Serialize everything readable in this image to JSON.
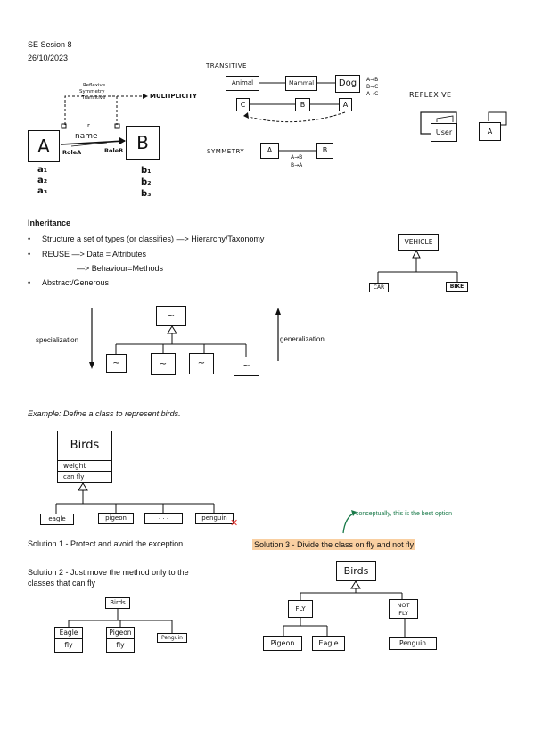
{
  "header": {
    "title": "SE Sesion 8",
    "date": "26/10/2023"
  },
  "diagram1": {
    "annot_reflexive": "Reflexive",
    "annot_symmetry": "Symmetry",
    "annot_transitive": "Transitive",
    "multiplicity": "MULTIPLICITY",
    "r": "r",
    "name": "name",
    "class_a": "A",
    "class_b": "B",
    "role_a": "RoleA",
    "role_b": "RoleB",
    "a_items": [
      "a₁",
      "a₂",
      "a₃"
    ],
    "b_items": [
      "b₁",
      "b₂",
      "b₃"
    ]
  },
  "transitive": {
    "title": "TRANSITIVE",
    "animal": "Animal",
    "mammal": "Mammal",
    "dog": "Dog",
    "c": "C",
    "b": "B",
    "a": "A",
    "rules": [
      "A→B",
      "B→C",
      "A→C"
    ]
  },
  "reflexive": {
    "title": "REFLEXIVE",
    "user": "User",
    "a": "A"
  },
  "symmetry": {
    "title": "SYMMETRY",
    "a": "A",
    "b": "B",
    "rules": [
      "A→B",
      "B→A"
    ]
  },
  "inheritance": {
    "heading": "Inheritance",
    "bullets": [
      "Structure a set of types (or classifies) —> Hierarchy/Taxonomy",
      "REUSE —> Data = Attributes",
      "Abstract/Generous"
    ],
    "reuse_sub": "—> Behaviour=Methods",
    "vehicle": "VEHICLE",
    "car": "CAR",
    "bike": "BIKE",
    "specialization": "specialization",
    "generalization": "generalization",
    "squiggle": "~"
  },
  "example": {
    "intro": "Example: Define a class to represent birds.",
    "birds": "Birds",
    "weight": "weight",
    "can_fly": "can fly",
    "subclasses": [
      "eagle",
      "pigeon",
      ". . .",
      "penguin"
    ],
    "cross": "✕"
  },
  "solutions": {
    "s1": "Solution 1 - Protect and avoid the exception",
    "s2_line1": "Solution 2 - Just move the method only to the",
    "s2_line2": "classes that can fly",
    "s3": "Solution 3 - Divide the class on fly and not fly",
    "note": "conceptually, this is the best option",
    "s2_birds": "Birds",
    "s2_eagle": "Eagle",
    "s2_pigeon": "Pigeon",
    "s2_fly": "fly",
    "s2_penguin": "Penguin",
    "s3_birds": "Birds",
    "s3_fly": "FLY",
    "s3_not": "NOT",
    "s3_notfly": "FLY",
    "s3_pigeon": "Pigeon",
    "s3_eagle": "Eagle",
    "s3_penguin": "Penguin"
  },
  "colors": {
    "highlight": "#f9cfa1",
    "note": "#1a7a4a",
    "cross": "#e53935"
  }
}
